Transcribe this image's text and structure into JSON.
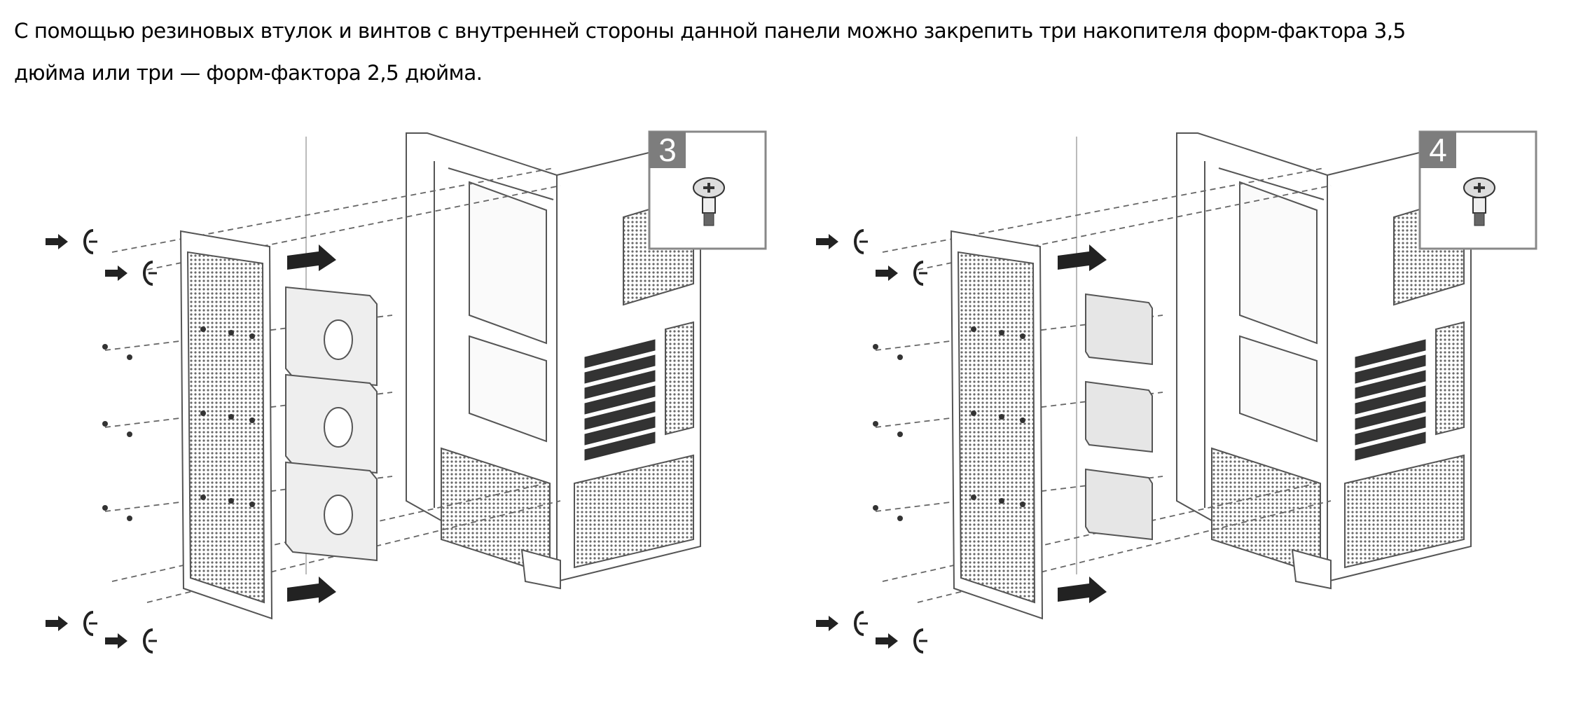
{
  "paragraph": {
    "lines": [
      "С помощью резиновых втулок и винтов с внутренней стороны данной панели можно закрепить три накопителя форм-фактора 3,5",
      "дюйма или три — форм-фактора 2,5 дюйма."
    ]
  },
  "figures": [
    {
      "step": "3",
      "drive_type": "hdd-3.5"
    },
    {
      "step": "4",
      "drive_type": "ssd-2.5"
    }
  ],
  "colors": {
    "line": "#555555",
    "callout_bg": "#7d7d7d",
    "mesh": "#6a6a6a"
  }
}
